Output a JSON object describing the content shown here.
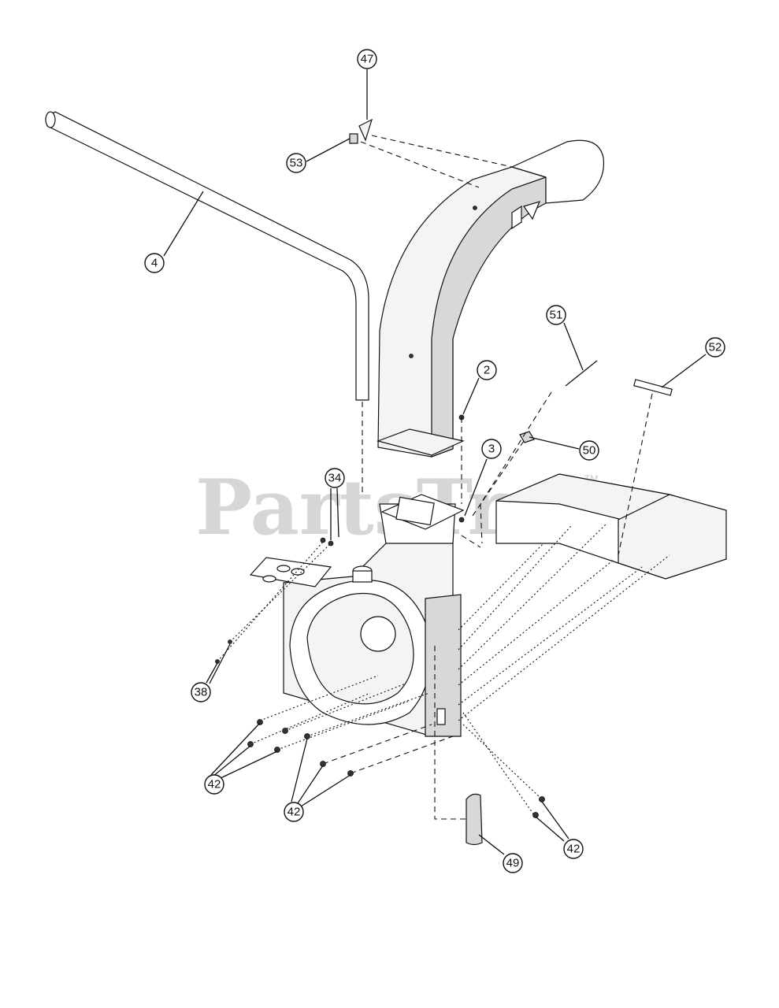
{
  "watermark": {
    "text": "PartsTree",
    "trademark": "TM"
  },
  "callouts": [
    {
      "id": "c47",
      "label": "47"
    },
    {
      "id": "c53",
      "label": "53"
    },
    {
      "id": "c4",
      "label": "4"
    },
    {
      "id": "c2",
      "label": "2"
    },
    {
      "id": "c51",
      "label": "51"
    },
    {
      "id": "c52",
      "label": "52"
    },
    {
      "id": "c50",
      "label": "50"
    },
    {
      "id": "c3",
      "label": "3"
    },
    {
      "id": "c34",
      "label": "34"
    },
    {
      "id": "c38",
      "label": "38"
    },
    {
      "id": "c42a",
      "label": "42"
    },
    {
      "id": "c42b",
      "label": "42"
    },
    {
      "id": "c42c",
      "label": "42"
    },
    {
      "id": "c49",
      "label": "49"
    }
  ]
}
